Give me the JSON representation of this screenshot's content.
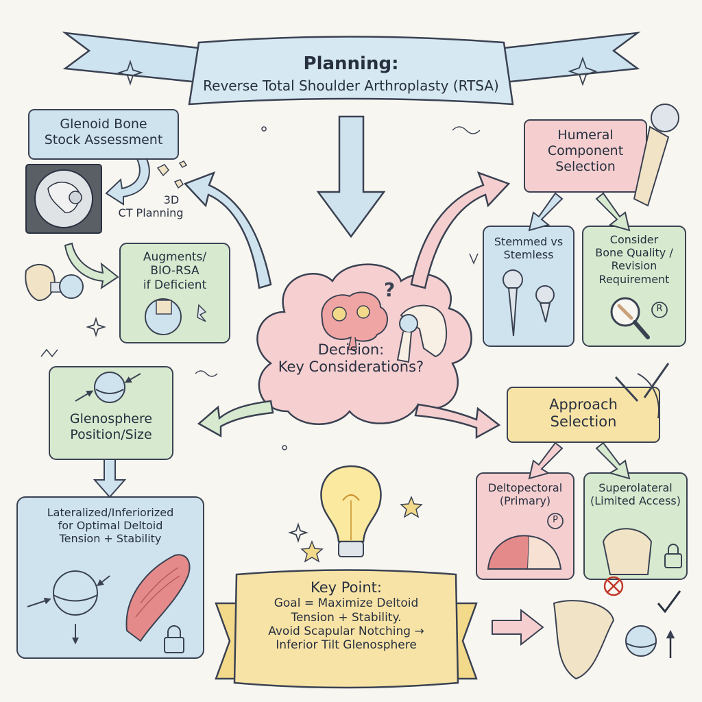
{
  "title": {
    "line1": "Planning:",
    "line2": "Reverse Total Shoulder Arthroplasty (RTSA)"
  },
  "center": {
    "line1": "Decision:",
    "line2": "Key Considerations?"
  },
  "glenoid": {
    "line1": "Glenoid Bone",
    "line2": "Stock Assessment",
    "ct_line1": "3D",
    "ct_line2": "CT Planning",
    "aug_line1": "Augments/",
    "aug_line2": "BIO-RSA",
    "aug_line3": "if Deficient"
  },
  "glenosphere": {
    "line1": "Glenosphere",
    "line2": "Position/Size",
    "detail_line1": "Lateralized/Inferiorized",
    "detail_line2": "for Optimal Deltoid",
    "detail_line3": "Tension + Stability"
  },
  "humeral": {
    "line1": "Humeral",
    "line2": "Component",
    "line3": "Selection",
    "stem_line1": "Stemmed vs",
    "stem_line2": "Stemless",
    "bone_line1": "Consider",
    "bone_line2": "Bone Quality /",
    "bone_line3": "Revision",
    "bone_line4": "Requirement",
    "badge_r": "R"
  },
  "approach": {
    "line1": "Approach",
    "line2": "Selection",
    "delto_line1": "Deltopectoral",
    "delto_line2": "(Primary)",
    "badge_p": "P",
    "supero_line1": "Superolateral",
    "supero_line2": "(Limited Access)"
  },
  "keypoint": {
    "line1": "Key Point:",
    "line2": "Goal = Maximize Deltoid",
    "line3": "Tension + Stability.",
    "line4": "Avoid Scapular Notching →",
    "line5": "Inferior Tilt Glenosphere"
  },
  "colors": {
    "blue": "#cfe3ef",
    "red": "#f5cfd0",
    "green": "#d7eacf",
    "yellow": "#f8e3a6",
    "ink": "#2a3140"
  }
}
